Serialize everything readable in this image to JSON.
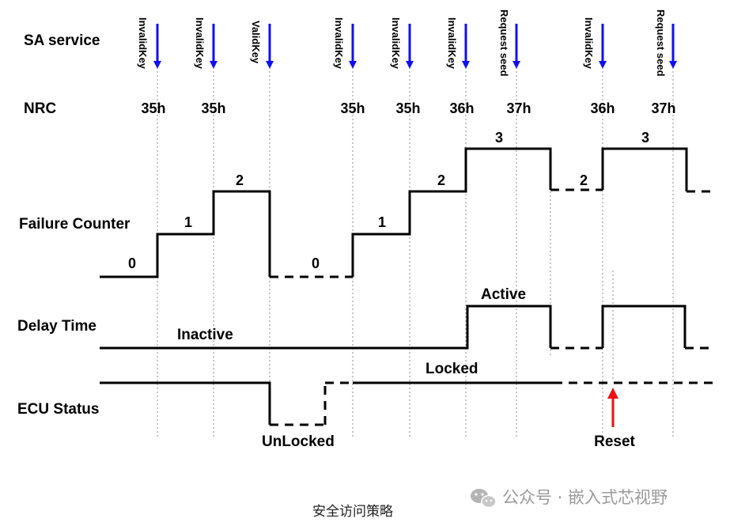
{
  "row_labels": {
    "sa_service": "SA service",
    "nrc": "NRC",
    "failure_counter": "Failure Counter",
    "delay_time": "Delay Time",
    "ecu_status": "ECU Status"
  },
  "services": [
    "InvalidKey",
    "InvalidKey",
    "ValidKey",
    "InvalidKey",
    "InvalidKey",
    "InvalidKey",
    "Request seed",
    "InvalidKey",
    "Request seed"
  ],
  "nrc_codes": [
    "35h",
    "35h",
    "35h",
    "35h",
    "36h",
    "37h",
    "36h",
    "37h"
  ],
  "counter_levels": [
    "0",
    "1",
    "2",
    "0",
    "1",
    "2",
    "3",
    "2",
    "3"
  ],
  "delay_states": {
    "inactive": "Inactive",
    "active": "Active"
  },
  "ecu_states": {
    "locked": "Locked",
    "unlocked": "UnLocked"
  },
  "reset_label": "Reset",
  "caption": "安全访问策略",
  "watermark": "公众号 · 嵌入式芯视野",
  "colors": {
    "service_arrow": "#1010ee",
    "reset_arrow": "#ee1010"
  },
  "icons": {
    "watermark": "wechat-icon"
  }
}
